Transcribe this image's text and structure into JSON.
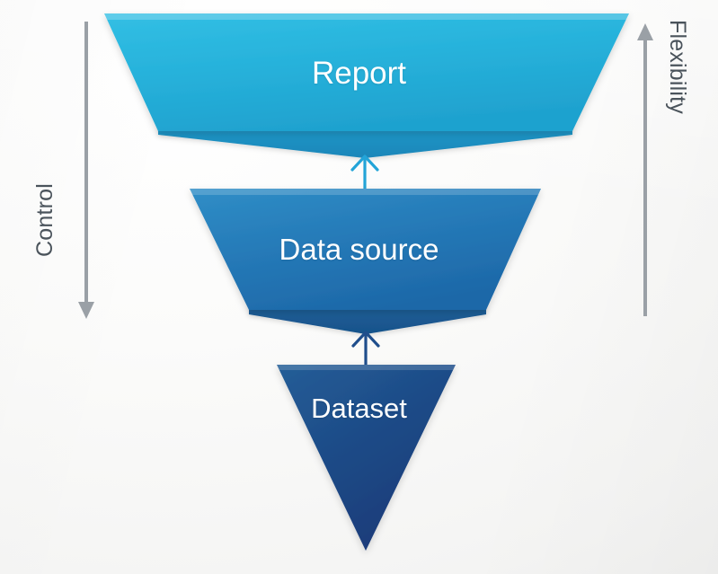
{
  "diagram": {
    "title": "Data hierarchy funnel",
    "background_color": "#fbfbfa",
    "axes": {
      "left": {
        "label": "Control",
        "direction": "down",
        "arrow_color": "#9aa0a6",
        "label_color": "#4a535b"
      },
      "right": {
        "label": "Flexibility",
        "direction": "up",
        "arrow_color": "#9aa0a6",
        "label_color": "#4a535b"
      }
    },
    "levels": [
      {
        "id": "report",
        "label": "Report",
        "fill_top": "#2ab9e0",
        "fill_bottom": "#22a6d2",
        "shadow_color": "#1e8fc0",
        "label_color": "#ffffff",
        "order": 1
      },
      {
        "id": "data-source",
        "label": "Data source",
        "fill_top": "#2a86c0",
        "fill_bottom": "#1f6fae",
        "shadow_color": "#1b5e96",
        "label_color": "#ffffff",
        "order": 2
      },
      {
        "id": "dataset",
        "label": "Dataset",
        "fill_top": "#20558f",
        "fill_bottom": "#1c3f7c",
        "shadow_color": "#16356a",
        "label_color": "#ffffff",
        "order": 3
      }
    ],
    "connectors": [
      {
        "id": "dataset-to-data-source",
        "from": "dataset",
        "to": "data-source",
        "direction": "up",
        "color": "#1f4e8c"
      },
      {
        "id": "data-source-to-report",
        "from": "data-source",
        "to": "report",
        "direction": "up",
        "color": "#23a4d8"
      }
    ]
  }
}
